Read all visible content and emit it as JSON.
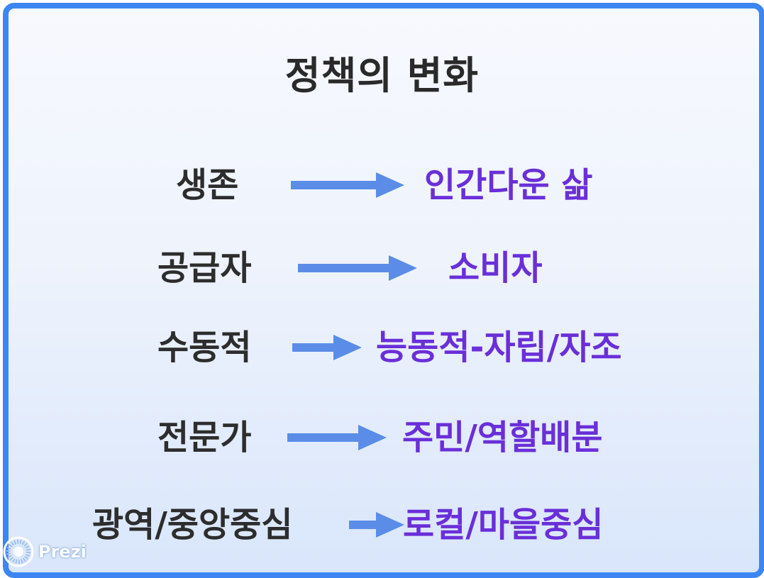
{
  "title": "정책의 변화",
  "rows": [
    {
      "from": "생존",
      "to": "인간다운 삶"
    },
    {
      "from": "공급자",
      "to": "소비자"
    },
    {
      "from": "수동적",
      "to": "능동적-자립/자조"
    },
    {
      "from": "전문가",
      "to": "주민/역할배분"
    },
    {
      "from": "광역/중앙중심",
      "to": "로컬/마을중심"
    }
  ],
  "logo": {
    "text": "Prezi",
    "icon": "prezi-logo-icon"
  },
  "colors": {
    "frame": "#3d86f2",
    "arrow": "#5b8de8",
    "target_text": "#6a2fd8",
    "source_text": "#2d2d2d"
  }
}
